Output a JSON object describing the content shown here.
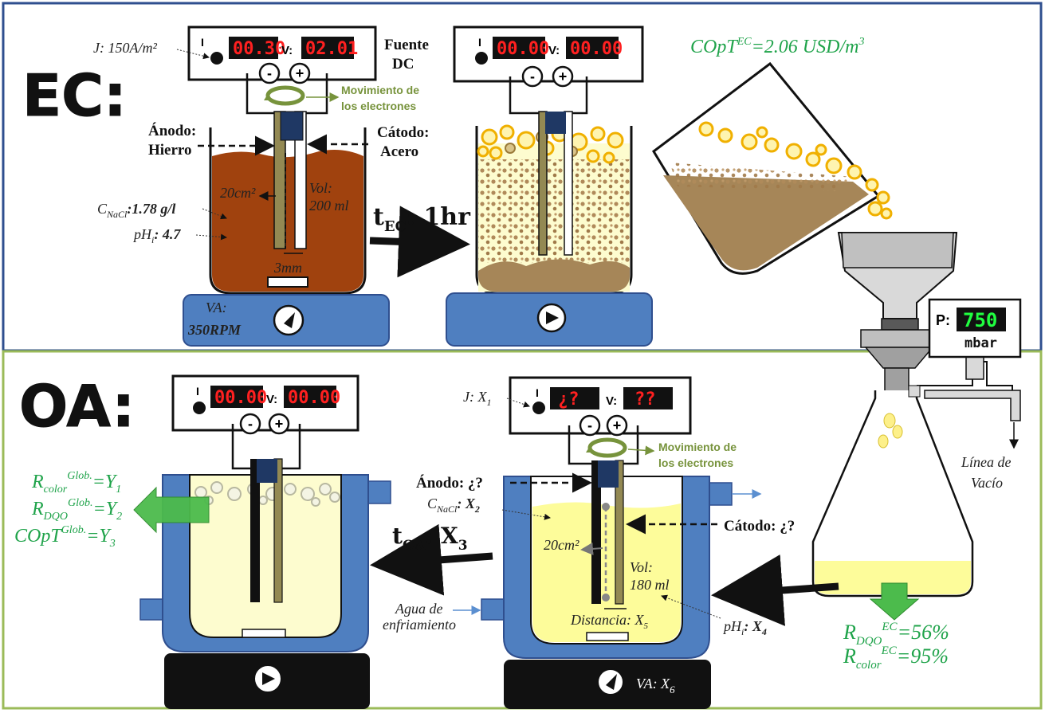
{
  "ec": {
    "title": "EC:",
    "supply1": {
      "i_label": "I",
      "v_label": "V:",
      "i_value": "00.30",
      "v_value": "02.01"
    },
    "fuente_label_1": "Fuente",
    "fuente_label_2": "DC",
    "j_label": "J: 150A/m²",
    "electron_label_1": "Movimiento de",
    "electron_label_2": "los electrones",
    "anode_label_1": "Ánodo:",
    "anode_label_2": "Hierro",
    "cathode_label_1": "Cátodo:",
    "cathode_label_2": "Acero",
    "area_label": "20cm²",
    "vol_label_1": "Vol:",
    "vol_label_2": "200 ml",
    "cnacl_label": "C",
    "cnacl_sub": "NaCl",
    "cnacl_value": ":1.78 g/l",
    "phi_label": "pH",
    "phi_sub": "i",
    "phi_value": ": 4.7",
    "gap_label": "3mm",
    "va_label": "VA:",
    "va_value": "350RPM",
    "time_label": "t",
    "time_sub": "EC",
    "time_value": ": 1hr",
    "supply2": {
      "i_label": "I",
      "v_label": "V:",
      "i_value": "00.00",
      "v_value": "00.00"
    },
    "cost_label": "COpT",
    "cost_sup": "EC",
    "cost_value": "=2.06 USD/m",
    "cost_unit_sup": "3",
    "pressure_label": "P:",
    "pressure_value": "750",
    "pressure_unit": "mbar",
    "vacuum_label_1": "Línea de",
    "vacuum_label_2": "Vacío",
    "rdqo_label": "R",
    "rdqo_sub": "DQO",
    "rdqo_sup": "EC",
    "rdqo_value": "=56%",
    "rcolor_label": "R",
    "rcolor_sub": "color",
    "rcolor_sup": "EC",
    "rcolor_value": "=95%"
  },
  "oa": {
    "title": "OA:",
    "supply3": {
      "i_label": "I",
      "v_label": "V:",
      "i_value": "00.00",
      "v_value": "00.00"
    },
    "supply4": {
      "i_label": "I",
      "v_label": "V:",
      "i_value": "¿?",
      "v_value": "??"
    },
    "j_label": "J: X",
    "j_sub": "1",
    "electron_label_1": "Movimiento de",
    "electron_label_2": "los electrones",
    "anode_label": "Ánodo: ¿?",
    "cathode_label": "Cátodo: ¿?",
    "cnacl_label": "C",
    "cnacl_sub": "NaCl",
    "cnacl_value": ": X",
    "cnacl_value_sub": "2",
    "time_label": "t",
    "time_sub": "OA",
    "time_value": ": X",
    "time_value_sub": "3",
    "area_label": "20cm²",
    "vol_label_1": "Vol:",
    "vol_label_2": "180 ml",
    "phi_label": "pH",
    "phi_sub": "i",
    "phi_value": ": X",
    "phi_value_sub": "4",
    "distance_label": "Distancia: X",
    "distance_sub": "5",
    "cooling_label_1": "Agua de",
    "cooling_label_2": "enfriamiento",
    "va_label": "VA: X",
    "va_sub": "6",
    "rcolor_label": "R",
    "rcolor_sub": "color",
    "rcolor_sup": "Glob.",
    "rcolor_value": "=Y",
    "rcolor_value_sub": "1",
    "rdqo_label": "R",
    "rdqo_sub": "DQO",
    "rdqo_sup": "Glob.",
    "rdqo_value": "=Y",
    "rdqo_value_sub": "2",
    "cost_label": "COpT",
    "cost_sup": "Glob.",
    "cost_value": "=Y",
    "cost_value_sub": "3"
  },
  "colors": {
    "ec_border": "#2f4f8f",
    "oa_border": "#9bbb59",
    "brown_liquid": "#a0420e",
    "yellow_liquid": "#fdfccf",
    "green_text": "#1fa34a",
    "blue_jacket": "#4f7fc0",
    "electron_green": "#77933c"
  }
}
